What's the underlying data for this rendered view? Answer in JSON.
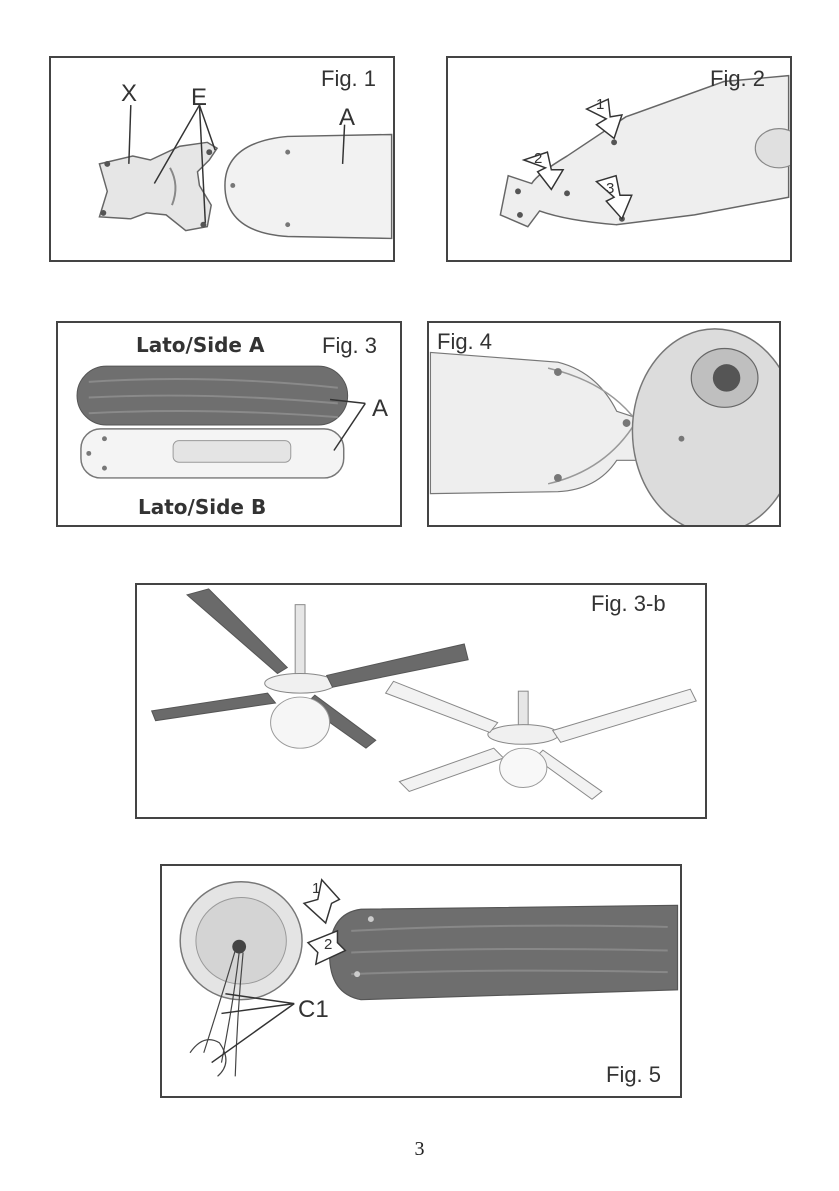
{
  "figures": {
    "fig1": {
      "label": "Fig. 1",
      "x": "X",
      "e": "E",
      "a": "A"
    },
    "fig2": {
      "label": "Fig. 2",
      "n1": "1",
      "n2": "2",
      "n3": "3"
    },
    "fig3": {
      "label": "Fig. 3",
      "side_a": "Lato/Side A",
      "side_b": "Lato/Side B",
      "a": "A"
    },
    "fig4": {
      "label": "Fig. 4"
    },
    "fig3b": {
      "label": "Fig. 3-b"
    },
    "fig5": {
      "label": "Fig. 5",
      "n1": "1",
      "n2": "2",
      "c1": "C1"
    }
  },
  "page_number": "3"
}
